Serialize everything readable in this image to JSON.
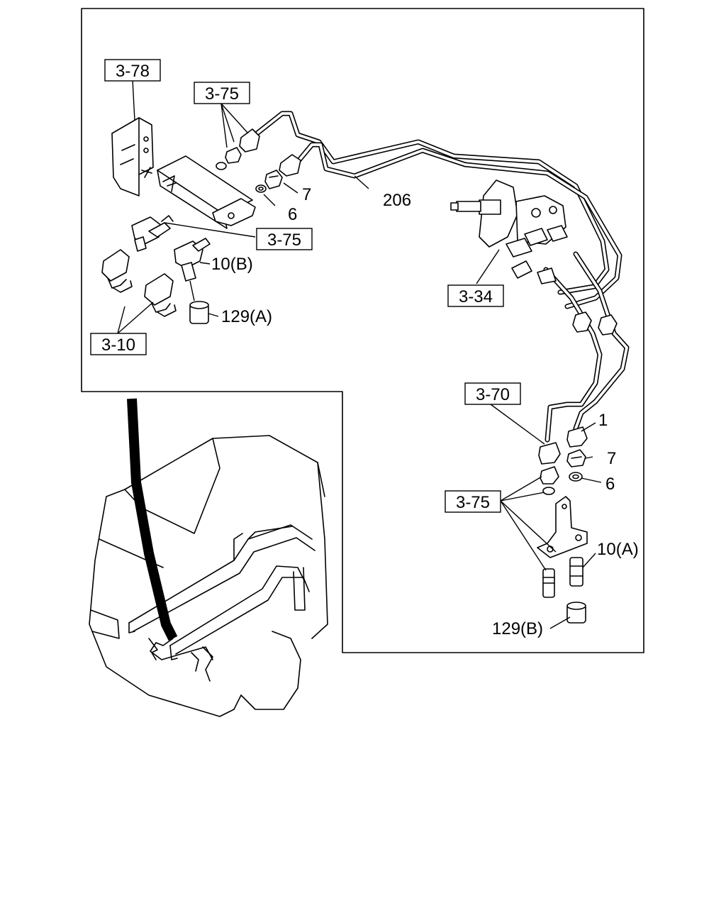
{
  "callouts": {
    "ref_3_78": "3-78",
    "ref_3_75_top": "3-75",
    "ref_3_75_mid": "3-75",
    "ref_3_75_bottom": "3-75",
    "ref_3_10": "3-10",
    "ref_3_34": "3-34",
    "ref_3_70": "3-70"
  },
  "labels": {
    "p206": "206",
    "p7_top": "7",
    "p6_top": "6",
    "p10b": "10(B)",
    "p129a": "129(A)",
    "p1": "1",
    "p7_bottom": "7",
    "p6_bottom": "6",
    "p10a": "10(A)",
    "p129b": "129(B)"
  }
}
